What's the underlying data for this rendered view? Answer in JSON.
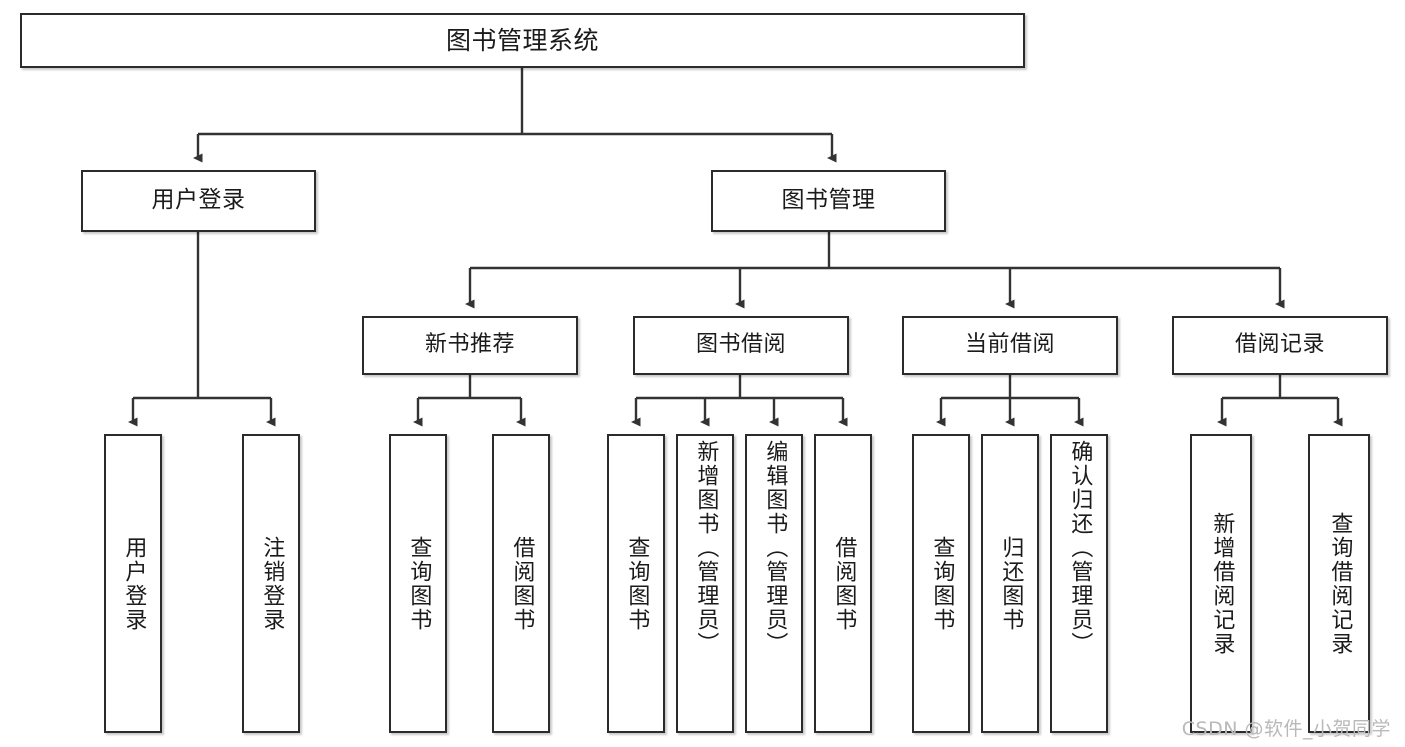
{
  "diagram": {
    "title": "图书管理系统",
    "type": "tree-hierarchy",
    "watermark": "CSDN @软件_小贺同学",
    "colors": {
      "box_border": "#2b2b2b",
      "box_fill": "#ffffff",
      "connector": "#333333",
      "text": "#1b1b1b",
      "watermark": "#b9b9b9"
    },
    "nodes": {
      "root": {
        "label": "图书管理系统",
        "level": 0
      },
      "level1": [
        {
          "id": "user-login",
          "label": "用户登录"
        },
        {
          "id": "book-manage",
          "label": "图书管理"
        }
      ],
      "level2": [
        {
          "id": "new-book-recommend",
          "label": "新书推荐",
          "parent": "book-manage"
        },
        {
          "id": "book-borrow",
          "label": "图书借阅",
          "parent": "book-manage"
        },
        {
          "id": "current-borrow",
          "label": "当前借阅",
          "parent": "book-manage"
        },
        {
          "id": "borrow-record",
          "label": "借阅记录",
          "parent": "book-manage"
        }
      ],
      "leaves": [
        {
          "id": "leaf-user-login",
          "label": "用户登录",
          "parent": "user-login"
        },
        {
          "id": "leaf-logout",
          "label": "注销登录",
          "parent": "user-login"
        },
        {
          "id": "leaf-query-book-1",
          "label": "查询图书",
          "parent": "new-book-recommend"
        },
        {
          "id": "leaf-borrow-book-1",
          "label": "借阅图书",
          "parent": "new-book-recommend"
        },
        {
          "id": "leaf-query-book-2",
          "label": "查询图书",
          "parent": "book-borrow"
        },
        {
          "id": "leaf-add-book",
          "label": "新增图书（管理员）",
          "parent": "book-borrow"
        },
        {
          "id": "leaf-edit-book",
          "label": "编辑图书（管理员）",
          "parent": "book-borrow"
        },
        {
          "id": "leaf-borrow-book-2",
          "label": "借阅图书",
          "parent": "book-borrow"
        },
        {
          "id": "leaf-query-book-3",
          "label": "查询图书",
          "parent": "current-borrow"
        },
        {
          "id": "leaf-return-book",
          "label": "归还图书",
          "parent": "current-borrow"
        },
        {
          "id": "leaf-confirm-return",
          "label": "确认归还（管理员）",
          "parent": "current-borrow"
        },
        {
          "id": "leaf-add-record",
          "label": "新增借阅记录",
          "parent": "borrow-record"
        },
        {
          "id": "leaf-query-record",
          "label": "查询借阅记录",
          "parent": "borrow-record"
        }
      ]
    }
  }
}
